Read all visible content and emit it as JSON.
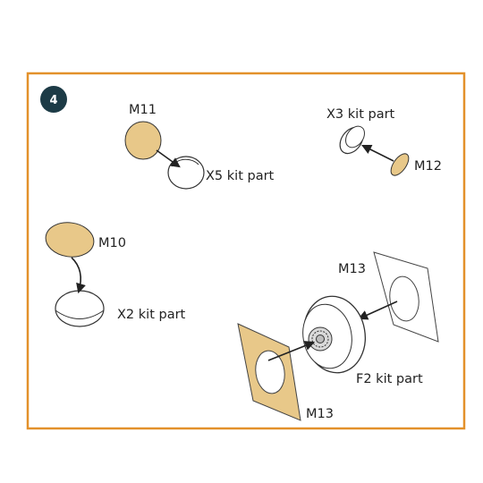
{
  "step": {
    "number": "4"
  },
  "labels": {
    "m11": "M11",
    "x5": "X5 kit part",
    "x3": "X3 kit part",
    "m12": "M12",
    "m10": "M10",
    "x2": "X2 kit part",
    "m13_top": "M13",
    "f2": "F2 kit part",
    "m13_bottom": "M13"
  },
  "colors": {
    "frame": "#E3912B",
    "etched_part": "#E8C889",
    "badge": "#1D3B46",
    "line": "#222222"
  }
}
